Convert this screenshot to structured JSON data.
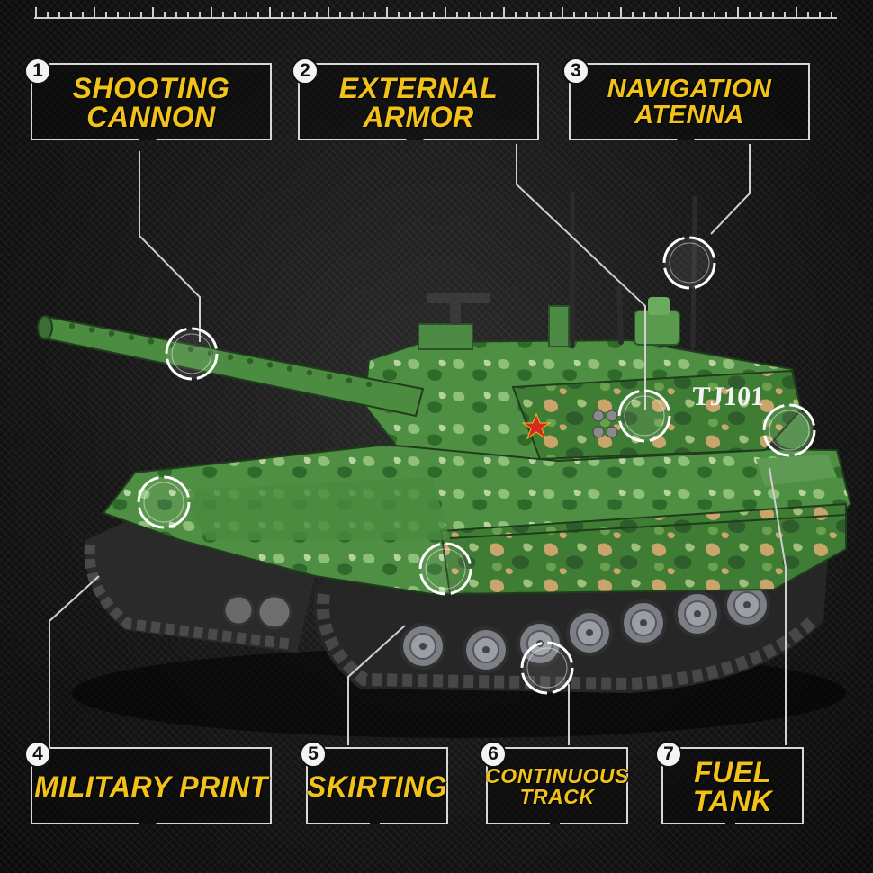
{
  "callouts": [
    {
      "number": "1",
      "label": "SHOOTING CANNON"
    },
    {
      "number": "2",
      "label": "EXTERNAL ARMOR"
    },
    {
      "number": "3",
      "label": "NAVIGATION ATENNA"
    },
    {
      "number": "4",
      "label": "MILITARY PRINT"
    },
    {
      "number": "5",
      "label": "SKIRTING"
    },
    {
      "number": "6",
      "label_line1": "CONTINUOUS",
      "label_line2": "TRACK"
    },
    {
      "number": "7",
      "label": "FUEL TANK"
    }
  ],
  "tank": {
    "hull_marking": "TJ101"
  },
  "colors": {
    "label_text": "#f2c21a",
    "frame": "#d8d8d8",
    "background": "#121212",
    "camo_green": "#3d7a34",
    "camo_tan": "#c8a46a"
  }
}
